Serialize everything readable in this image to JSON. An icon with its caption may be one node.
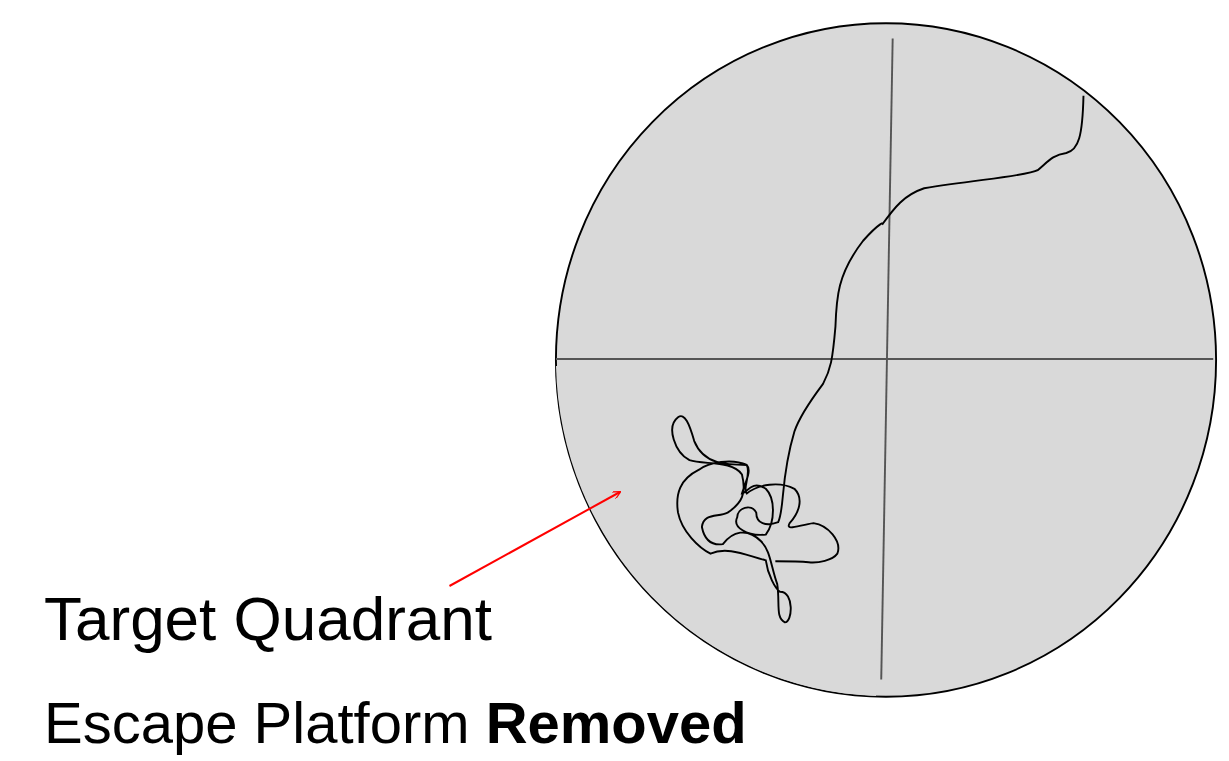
{
  "diagram": {
    "nodes": [
      {
        "text": [
          "Target Quadrant"
        ]
      },
      {
        "text": [],
        "shape": "sector"
      }
    ],
    "edges": [
      {
        "from": 0,
        "to": 1,
        "arrow": "to",
        "color": "#ff0000"
      }
    ],
    "labels": [
      "Escape Platform **Removed**"
    ]
  }
}
